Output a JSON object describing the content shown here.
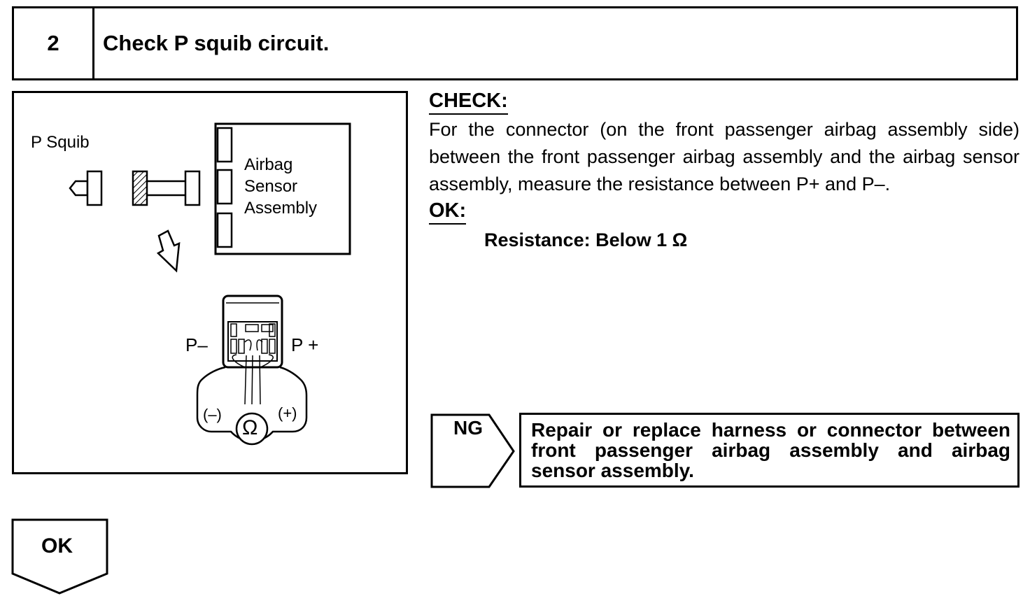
{
  "step": {
    "number": "2",
    "title": "Check P squib circuit."
  },
  "diagram": {
    "p_squib_label": "P Squib",
    "sensor_label_1": "Airbag",
    "sensor_label_2": "Sensor",
    "sensor_label_3": "Assembly",
    "p_minus_label": "P–",
    "p_plus_label": "P +",
    "meter_minus": "(–)",
    "meter_plus": "(+)",
    "ohm_symbol": "Ω",
    "icons": [
      "squib-connector-icon",
      "airbag-sensor-assembly-icon",
      "down-arrow-icon",
      "connector-face-icon",
      "ohmmeter-icon"
    ]
  },
  "check": {
    "heading": "CHECK:",
    "body": "For the connector (on the front passenger airbag assembly side) between the front passenger airbag assembly and the airbag sensor assembly, measure the resistance between P+ and P–.",
    "ok_heading": "OK:",
    "spec": "Resistance: Below 1 Ω"
  },
  "ng": {
    "label": "NG",
    "action": "Repair or replace harness or connector between front passenger airbag assembly and airbag sensor assembly."
  },
  "ok": {
    "label": "OK"
  }
}
